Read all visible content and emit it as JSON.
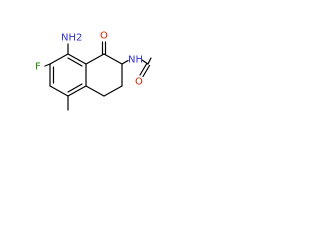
{
  "molecule": {
    "atoms": {
      "amine": "NH2",
      "ketone_oxygen": "O",
      "amide_nitrogen": "NH",
      "amide_oxygen": "O",
      "fluorine": "F"
    },
    "colors": {
      "nitrogen": "#3333cc",
      "oxygen": "#cc2200",
      "fluorine": "#228800",
      "bond": "#000000"
    }
  }
}
